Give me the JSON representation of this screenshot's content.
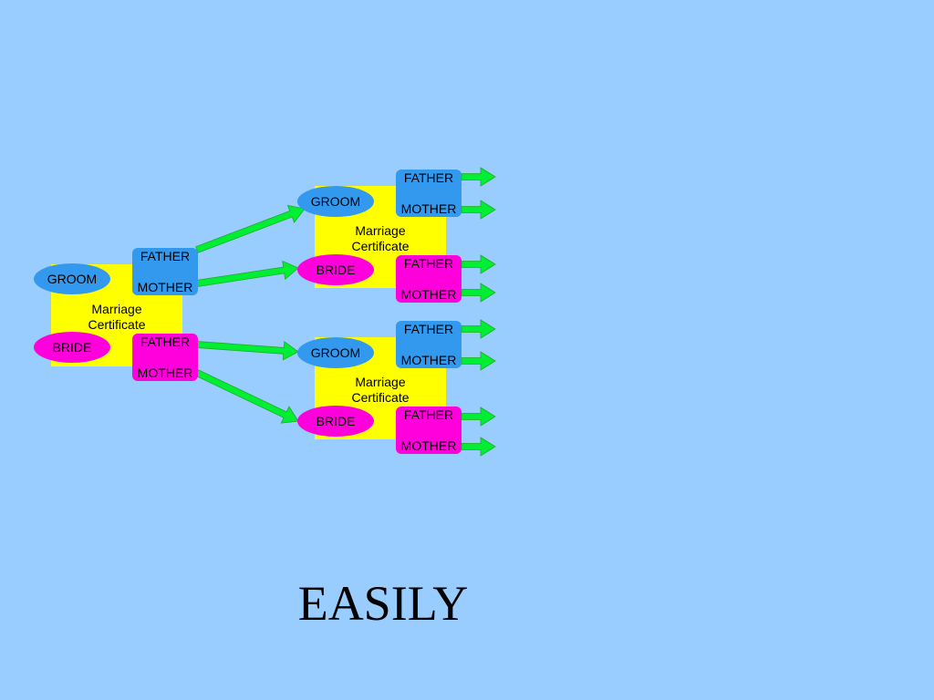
{
  "colors": {
    "background": "#99CCFF",
    "certificate": "#FFFF00",
    "groom": "#3399EE",
    "bride": "#FF00DD",
    "arrow": "#00EE33"
  },
  "labels": {
    "groom": "GROOM",
    "bride": "BRIDE",
    "father": "FATHER",
    "mother": "MOTHER",
    "certificate_line1": "Marriage",
    "certificate_line2": "Certificate"
  },
  "caption": "EASILY"
}
